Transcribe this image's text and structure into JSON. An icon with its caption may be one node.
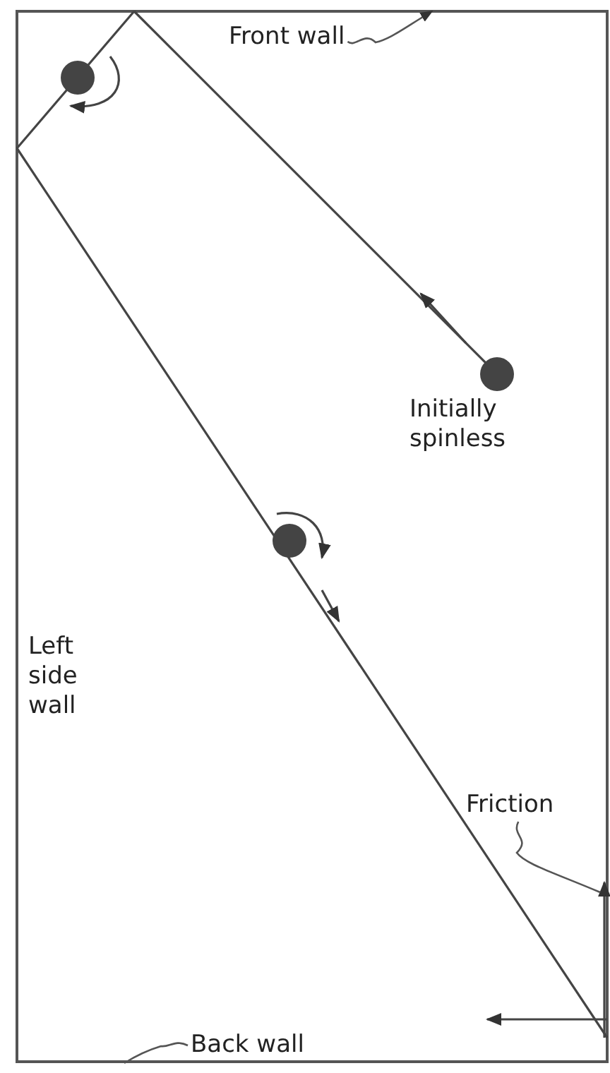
{
  "diagram": {
    "nodes": [
      {
        "text": [
          "Front wall"
        ]
      },
      {
        "text": [
          "Friction"
        ]
      },
      {
        "text": [
          "Back wall"
        ]
      }
    ],
    "edges": [
      {
        "from": 0,
        "to": null,
        "arrow": "to"
      },
      {
        "from": 1,
        "to": null,
        "arrow": "none"
      },
      {
        "from": 2,
        "to": null,
        "arrow": "none"
      }
    ],
    "labels": [
      "Initially spinless",
      "Left side wall"
    ]
  }
}
